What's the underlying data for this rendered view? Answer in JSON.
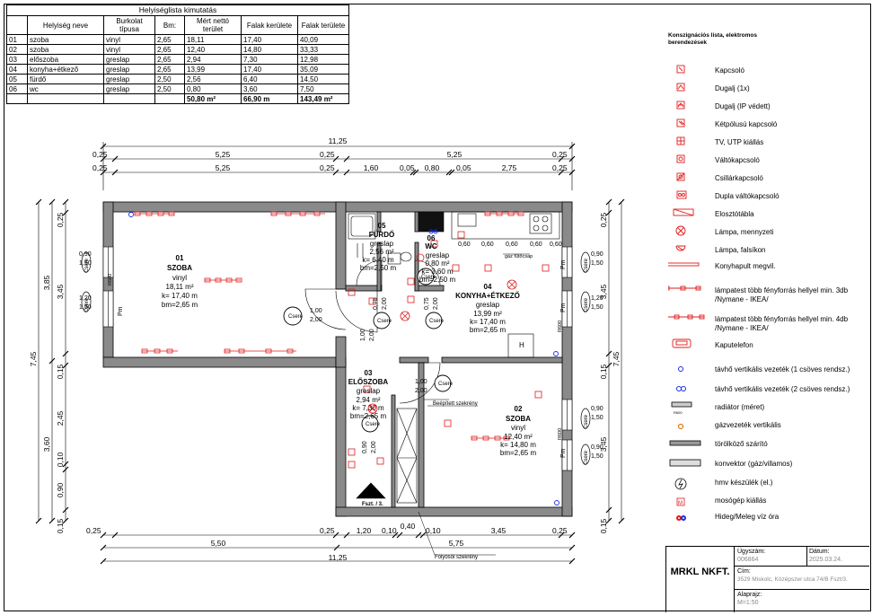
{
  "room_table": {
    "title": "Helyiséglista  kimutatás",
    "headers": [
      "",
      "Helyiség neve",
      "Burkolat típusa",
      "Bm:",
      "Mért nettó terület",
      "Falak kerülete",
      "Falak területe"
    ],
    "rows": [
      [
        "01",
        "szoba",
        "vinyl",
        "2,65",
        "18,11",
        "17,40",
        "40,09"
      ],
      [
        "02",
        "szoba",
        "vinyl",
        "2,65",
        "12,40",
        "14,80",
        "33,33"
      ],
      [
        "03",
        "előszoba",
        "greslap",
        "2,65",
        "2,94",
        "7,30",
        "12,98"
      ],
      [
        "04",
        "konyha+étkező",
        "greslap",
        "2,65",
        "13,99",
        "17,40",
        "35,09"
      ],
      [
        "05",
        "fürdő",
        "greslap",
        "2,50",
        "2,56",
        "6,40",
        "14,50"
      ],
      [
        "06",
        "wc",
        "greslap",
        "2,50",
        "0,80",
        "3,60",
        "7,50"
      ]
    ],
    "totals": [
      "50,80 m²",
      "66,90 m",
      "143,49 m²"
    ]
  },
  "legend": {
    "title": "Konszignációs lista, elektromos berendezések",
    "items": [
      {
        "icon": "switch-icon",
        "label": "Kapcsoló"
      },
      {
        "icon": "socket-icon",
        "label": "Dugalj (1x)"
      },
      {
        "icon": "socket-ip-icon",
        "label": "Dugalj (IP védett)"
      },
      {
        "icon": "double-switch-icon",
        "label": "Kétpólusú kapcsoló"
      },
      {
        "icon": "tv-utp-icon",
        "label": "TV, UTP kiállás"
      },
      {
        "icon": "alternating-switch-icon",
        "label": "Váltókapcsoló"
      },
      {
        "icon": "chandelier-switch-icon",
        "label": "Csillárkapcsoló"
      },
      {
        "icon": "double-alternating-switch-icon",
        "label": "Dupla váltókapcsoló"
      },
      {
        "icon": "distribution-board-icon",
        "label": "Elosztótábla"
      },
      {
        "icon": "ceiling-lamp-icon",
        "label": "Lámpa, mennyzeti"
      },
      {
        "icon": "wall-lamp-icon",
        "label": "Lámpa, falsíkon"
      },
      {
        "icon": "kitchen-light-icon",
        "label": "Konyhapult megvil."
      },
      {
        "icon": "lamp-strip-3-icon",
        "label": "lámpatest több fényforrás hellyel min. 3db /Nymane - IKEA/"
      },
      {
        "icon": "lamp-strip-4-icon",
        "label": "lámpatest több fényforrás hellyel min. 4db /Nymane - IKEA/"
      },
      {
        "icon": "intercom-icon",
        "label": "Kaputelefon"
      },
      {
        "icon": "heating-riser-1-icon",
        "label": "távhő vertikális vezeték (1 csöves rendsz.)"
      },
      {
        "icon": "heating-riser-2-icon",
        "label": "távhő vertikális vezeték (2 csöves rendsz.)"
      },
      {
        "icon": "radiator-icon",
        "label": "radiátor (méret)"
      },
      {
        "icon": "gas-riser-icon",
        "label": "gázvezeték vertikális"
      },
      {
        "icon": "towel-dryer-icon",
        "label": "törölköző szárító"
      },
      {
        "icon": "convector-icon",
        "label": "konvektor (gáz/villamos)"
      },
      {
        "icon": "water-heater-icon",
        "label": "hmv készülék (el.)"
      },
      {
        "icon": "washing-machine-icon",
        "label": "mosógép kiállás"
      },
      {
        "icon": "hot-cold-water-icon",
        "label": "Hideg/Meleg víz óra"
      }
    ]
  },
  "plan": {
    "dims_top": {
      "overall": "11,25",
      "row1": [
        "0,25",
        "5,25",
        "0,25",
        "5,25",
        "0,25"
      ],
      "row2": [
        "0,25",
        "5,25",
        "0,25",
        "1,60",
        "0,05",
        "0,80",
        "0,05",
        "2,75",
        "0,25"
      ]
    },
    "dims_bottom": {
      "row1": [
        "0,25",
        "0,25",
        "1,20",
        "0,10",
        "0,10",
        "3,45",
        "0,25"
      ],
      "row2": [
        "5,50",
        "5,75"
      ],
      "overall": "11,25",
      "mid": "0,40"
    },
    "dims_left": {
      "overall": "7,45",
      "a": [
        "0,25",
        "3,45",
        "0,15",
        "2,45",
        "0,10",
        "0,90",
        "0,15"
      ],
      "b": [
        "3,85",
        "3,60"
      ]
    },
    "dims_right": {
      "overall": "7,45",
      "a": [
        "0,25",
        "3,45",
        "0,15",
        "3,45",
        "0,15"
      ]
    },
    "rooms": [
      {
        "num": "01",
        "name": "SZOBA",
        "floor": "vinyl",
        "area": "18,11 m²",
        "k": "k= 17,40 m",
        "bm": "bm=2,65 m"
      },
      {
        "num": "02",
        "name": "SZOBA",
        "floor": "vinyl",
        "area": "12,40 m²",
        "k": "k= 14,80 m",
        "bm": "bm=2,65 m"
      },
      {
        "num": "03",
        "name": "ELŐSZOBA",
        "floor": "greslap",
        "area": "2,94 m²",
        "k": "k= 7,30 m",
        "bm": "bm=2,65 m"
      },
      {
        "num": "04",
        "name": "KONYHA+ÉTKEZŐ",
        "floor": "greslap",
        "area": "13,99 m²",
        "k": "k= 17,40 m",
        "bm": "bm=2,65 m"
      },
      {
        "num": "05",
        "name": "FÜRDŐ",
        "floor": "greslap",
        "area": "2,56 m²",
        "k": "k= 6,40 m",
        "bm": "bm=2,50 m"
      },
      {
        "num": "06",
        "name": "WC",
        "floor": "greslap",
        "area": "0,80 m²",
        "k": "k= 3,60 m",
        "bm": "bm=2,50 m"
      }
    ],
    "labels": {
      "built_in": "Beépített szekrény",
      "corridor": "Folyosói szekrény",
      "gas_meter": "gáz fűtőcsap",
      "floor_mark": "Fszt. / 3.",
      "window_90_150": [
        "0,90",
        "1,50"
      ],
      "window_120_150": [
        "1,20",
        "1,50"
      ],
      "door_100_200": [
        "1,00",
        "2,00"
      ],
      "door_075_200": [
        "0,75",
        "2,00"
      ],
      "door_090_200": [
        "0,90",
        "2,00"
      ],
      "csere": "Csere",
      "pm": "Pm",
      "counter": [
        "0,60",
        "0,60",
        "0,60",
        "0,60",
        "0,60"
      ],
      "radiator_lbl": "R600"
    }
  },
  "title_block": {
    "firm": "MRKL NKFT.",
    "case_label": "Ügyszám:",
    "case_value": "006864",
    "date_label": "Dátum:",
    "date_value": "2025.03.24.",
    "address_label": "Cím:",
    "address_value": "3529 Miskolc, Középszer utca 74/B Fszt/3.",
    "plan_label": "Alaprajz:",
    "scale_value": "M=1:50"
  },
  "colors": {
    "wall": "#8a8a8a",
    "electric": "#e01b1b",
    "heating": "#1b2fe0",
    "gas": "#e07a1b"
  }
}
